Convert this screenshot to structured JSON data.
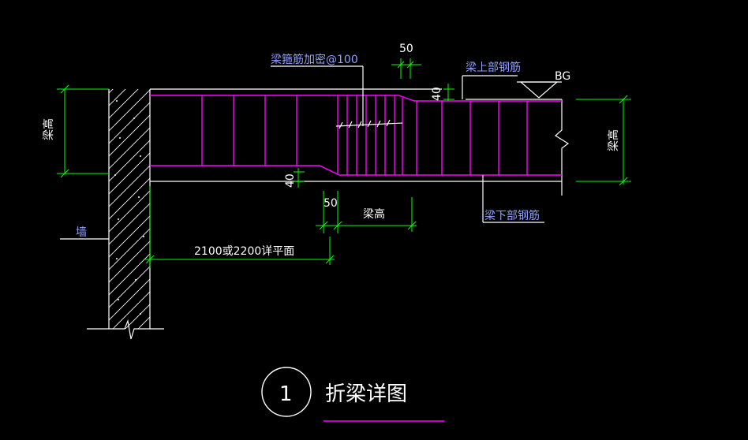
{
  "labels": {
    "stirrup_dense": "梁箍筋加密@100",
    "dim_50_top": "50",
    "top_rebar": "梁上部钢筋",
    "bg": "BG",
    "dim_40_top": "40",
    "beam_height_left": "梁高",
    "beam_height_right": "梁高",
    "dim_40_bottom": "40",
    "dim_50_bottom": "50",
    "beam_height_bottom": "梁高",
    "bottom_rebar": "梁下部钢筋",
    "wall": "墙",
    "span": "2100或2200详平面",
    "detail_number": "1",
    "detail_title": "折梁详图"
  },
  "colors": {
    "background": "#000000",
    "structure": "#ffffff",
    "rebar": "#ff00ff",
    "dimension": "#00ff00",
    "label": "#8fa0ff"
  }
}
